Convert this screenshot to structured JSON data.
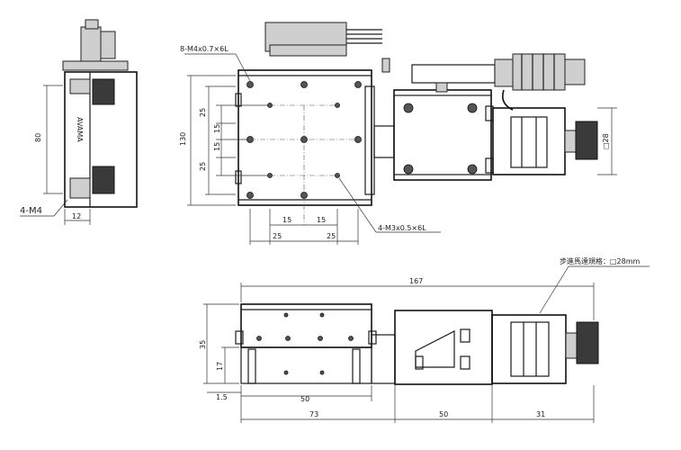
{
  "labels": {
    "tap_top": "8-M4x0.7×6L",
    "tap_bottom": "4-M3x0.5×6L",
    "side_m4": "4-M4",
    "motor_note": "步進馬達規格：□28mm",
    "brand": "AVAMA"
  },
  "dims": {
    "left_height": "80",
    "left_width": "12",
    "top_height": "130",
    "top_v1": "25",
    "top_v2": "15",
    "top_v3": "15",
    "top_v4": "25",
    "top_h1": "15",
    "top_h2": "15",
    "top_h3": "25",
    "top_h4": "25",
    "motor_sq": "□28",
    "total": "167",
    "front_h1": "35",
    "front_h2": "17",
    "front_base": "1.5",
    "front_50": "50",
    "front_73": "73",
    "front_50b": "50",
    "front_31": "31"
  }
}
